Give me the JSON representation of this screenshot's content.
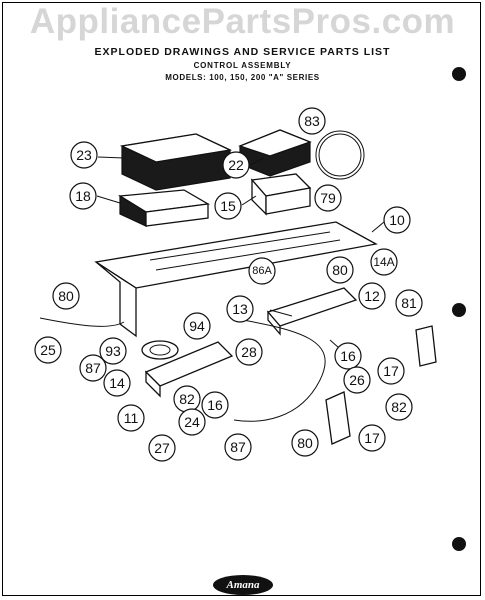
{
  "watermark": "AppliancePartsPros.com",
  "header": {
    "title": "EXPLODED DRAWINGS AND SERVICE PARTS LIST",
    "subtitle": "CONTROL ASSEMBLY",
    "models": "MODELS: 100, 150, 200 \"A\" SERIES"
  },
  "logo": "Amana",
  "callouts": [
    "23",
    "83",
    "22",
    "18",
    "15",
    "79",
    "10",
    "14A",
    "86A",
    "80",
    "80",
    "81",
    "12",
    "13",
    "94",
    "93",
    "87",
    "25",
    "28",
    "16",
    "17",
    "14",
    "26",
    "82",
    "16",
    "24",
    "82",
    "11",
    "27",
    "87",
    "80",
    "17"
  ]
}
